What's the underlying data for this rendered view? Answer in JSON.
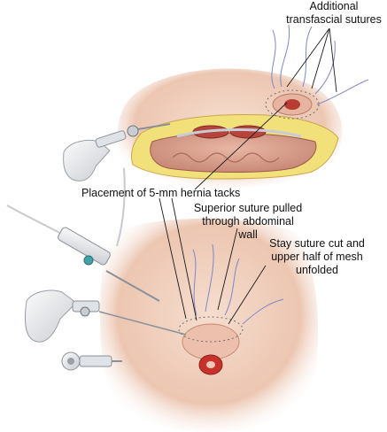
{
  "labels": {
    "additional_sutures": "Additional\ntransfascial sutures",
    "hernia_tacks": "Placement of 5-mm hernia tacks",
    "superior_suture": "Superior suture pulled\nthrough abdominal wall",
    "stay_suture": "Stay suture cut and\nupper half of mesh\nunfolded"
  },
  "colors": {
    "skin": "#f1d2c0",
    "skin_shadow": "#e2b59e",
    "fat_layer": "#f2e07a",
    "muscle": "#b5443a",
    "peritoneum": "#c9ccd6",
    "hernia_ring": "#d98a72",
    "umbilicus": "#c8322c",
    "suture_thread": "#7f86c9",
    "instrument": "#e9eaec",
    "instrument_dark": "#9aa0a8",
    "leader_line": "#1a1a1a"
  }
}
